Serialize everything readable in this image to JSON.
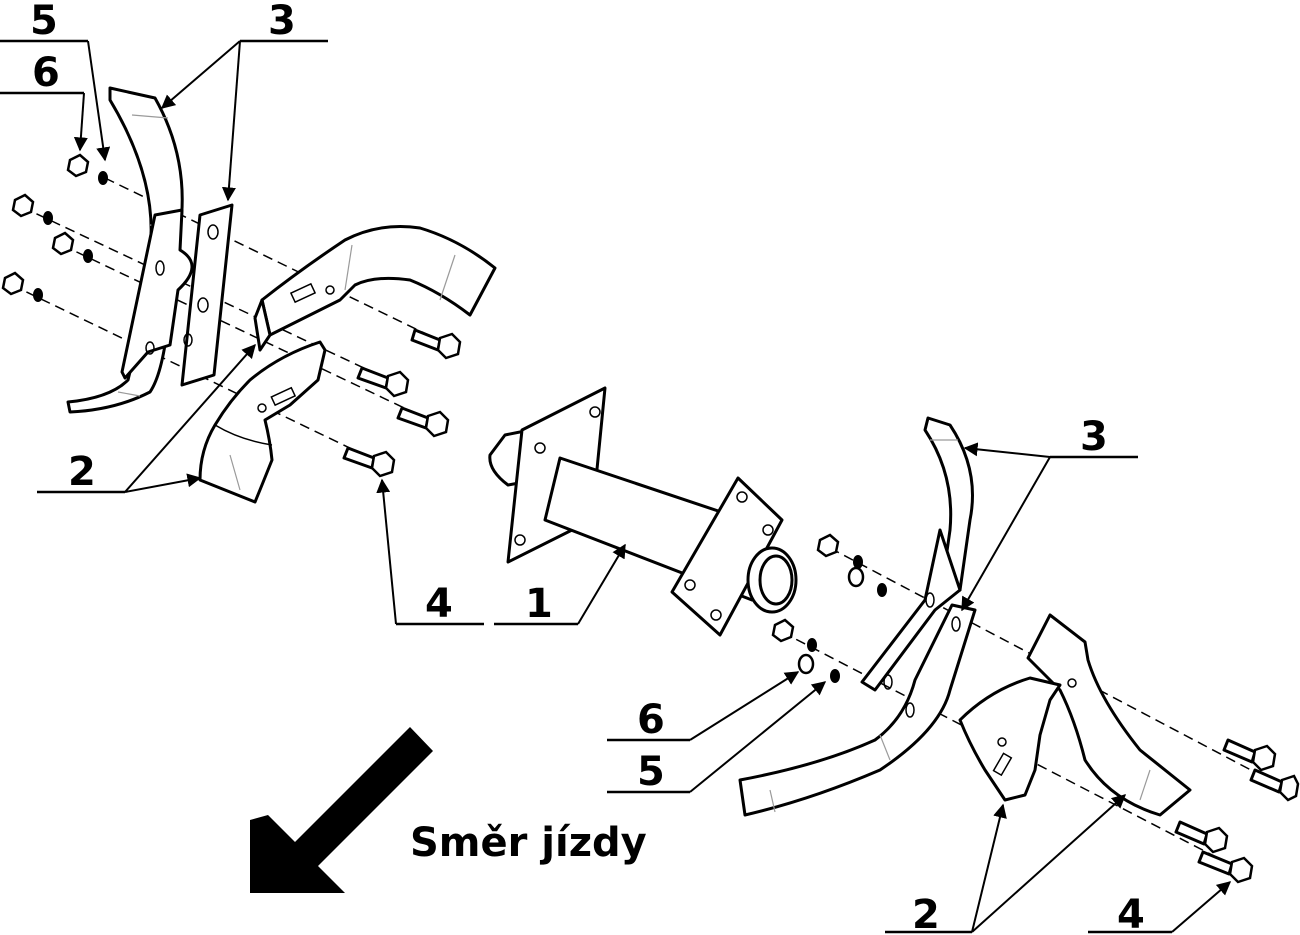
{
  "callouts": [
    {
      "id": "c5-top-left",
      "text": "5"
    },
    {
      "id": "c6-top-left",
      "text": "6"
    },
    {
      "id": "c3-top",
      "text": "3"
    },
    {
      "id": "c2-left",
      "text": "2"
    },
    {
      "id": "c4-mid",
      "text": "4"
    },
    {
      "id": "c1",
      "text": "1"
    },
    {
      "id": "c3-right",
      "text": "3"
    },
    {
      "id": "c6-mid",
      "text": "6"
    },
    {
      "id": "c5-mid",
      "text": "5"
    },
    {
      "id": "c2-bottom",
      "text": "2"
    },
    {
      "id": "c4-bottom",
      "text": "4"
    }
  ],
  "direction_caption": "Směr jízdy",
  "icons": {
    "direction_arrow": "arrow-down-left-icon"
  }
}
